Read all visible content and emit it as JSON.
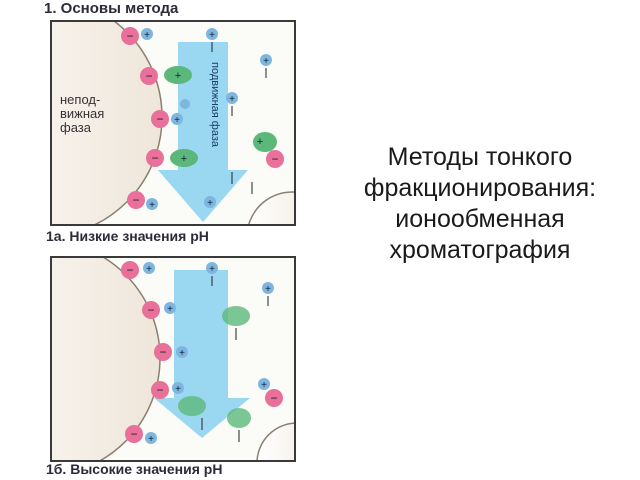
{
  "figure": {
    "title": "1. Основы метода",
    "panel_a_caption": "1а. Низкие значения рН",
    "panel_b_caption": "1б. Высокие значения рН",
    "stationary_phase_lines": [
      "непод-",
      "вижная",
      "фаза"
    ],
    "mobile_phase_label": "подвижная фаза"
  },
  "slide": {
    "title_lines": [
      "Методы тонкого",
      "фракционирования:",
      "ионообменная",
      "хроматография"
    ]
  },
  "colors": {
    "anion": "#e8709a",
    "cation": "#7fb6e0",
    "protein": "#5cb87a",
    "mobile_arrow": "#8fd3ee",
    "stationary": "#f4eee6"
  }
}
